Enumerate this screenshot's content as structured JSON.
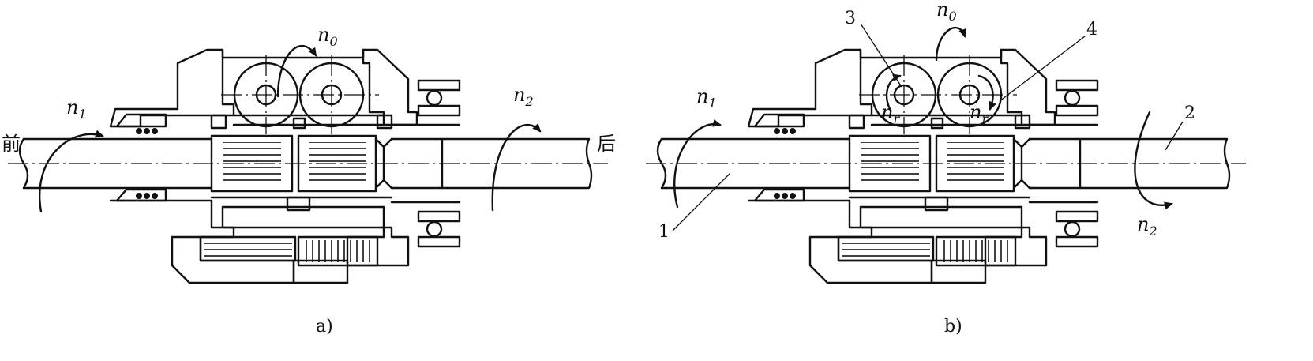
{
  "figure": {
    "panel_a": {
      "caption": "a)",
      "front_label": "前",
      "rear_label": "后",
      "n0": {
        "base": "n",
        "sub": "0"
      },
      "n1": {
        "base": "n",
        "sub": "1"
      },
      "n2": {
        "base": "n",
        "sub": "2"
      }
    },
    "panel_b": {
      "caption": "b)",
      "n0": {
        "base": "n",
        "sub": "0"
      },
      "n1": {
        "base": "n",
        "sub": "1"
      },
      "n2": {
        "base": "n",
        "sub": "2"
      },
      "nr_left": {
        "base": "n",
        "sub": "r"
      },
      "nr_right": {
        "base": "n",
        "sub": "r"
      },
      "part_numbers": [
        "1",
        "2",
        "3",
        "4"
      ]
    }
  },
  "colors": {
    "ink": "#111111",
    "paper": "#ffffff"
  }
}
